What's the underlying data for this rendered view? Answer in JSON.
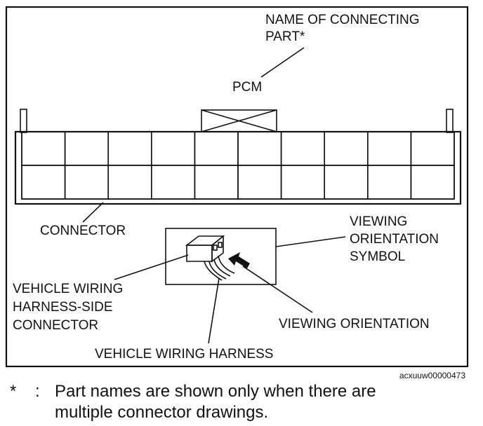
{
  "labels": {
    "name_of_connecting_part_line1": "NAME OF CONNECTING",
    "name_of_connecting_part_line2": "PART*",
    "pcm": "PCM",
    "connector": "CONNECTOR",
    "viewing_orientation_symbol_line1": "VIEWING",
    "viewing_orientation_symbol_line2": "ORIENTATION",
    "viewing_orientation_symbol_line3": "SYMBOL",
    "vehicle_wiring_harness_side_line1": "VEHICLE WIRING",
    "vehicle_wiring_harness_side_line2": "HARNESS-SIDE",
    "vehicle_wiring_harness_side_line3": "CONNECTOR",
    "viewing_orientation": "VIEWING ORIENTATION",
    "vehicle_wiring_harness": "VEHICLE WIRING HARNESS"
  },
  "figure_code": "acxuuw00000473",
  "footnote": {
    "marker": "*",
    "colon": ":",
    "line1": "Part names are shown only when there are",
    "line2": "multiple connector drawings."
  },
  "connector": {
    "rows": 2,
    "columns": 10
  }
}
